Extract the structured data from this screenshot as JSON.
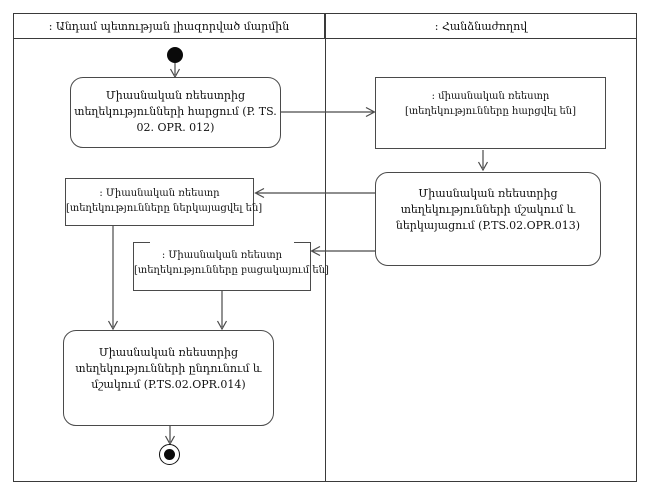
{
  "lanes": {
    "left_title": ": Անդամ պետության լիազորված մարմին",
    "right_title": ": Հանձնաժողով"
  },
  "nodes": {
    "activity_012": {
      "lines": [
        "Միասնական ռեեստրից",
        "տեղեկությունների հարցում (P. TS.",
        "02. OPR. 012)"
      ]
    },
    "object_queried": {
      "lines": [
        ": միասնական ռեեստր",
        "[տեղեկությունները հարցվել են]"
      ]
    },
    "activity_013": {
      "lines": [
        "Միասնական ռեեստրից",
        "տեղեկությունների մշակում և",
        "ներկայացում (P.TS.02.OPR.013)"
      ]
    },
    "object_presented": {
      "lines": [
        ": Միասնական ռեեստր",
        "[տեղեկությունները ներկայացվել են]"
      ]
    },
    "object_missing": {
      "lines": [
        ": Միասնական ռեեստր",
        "[տեղեկությունները բացակայում են]"
      ]
    },
    "activity_014": {
      "lines": [
        "Միասնական ռեեստրից",
        "տեղեկությունների ընդունում և",
        "մշակում (P.TS.02.OPR.014)"
      ]
    }
  },
  "colors": {
    "frame": "#3a3a3a",
    "box_border": "#4a4a4a",
    "text": "#111111",
    "node_fill": "#0a0a0a",
    "background": "#ffffff"
  }
}
